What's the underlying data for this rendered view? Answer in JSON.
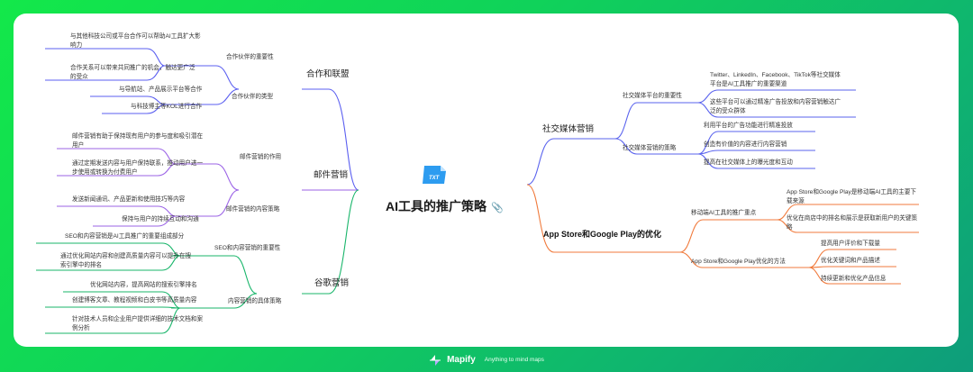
{
  "root": {
    "title": "AI工具的推广策略",
    "file_badge": "TXT",
    "attachment_icon": "paperclip-icon"
  },
  "colors": {
    "partner": "#5b5ff0",
    "email": "#9b63e6",
    "seo": "#18b56a",
    "social": "#5a63ee",
    "appstore": "#f07a3c",
    "file_icon": "#2d9cf0"
  },
  "left": {
    "partner": {
      "label": "合作和联盟",
      "children": [
        {
          "label": "合作伙伴的重要性",
          "items": [
            "与其他科技公司或平台合作可以帮助AI工具扩大影响力",
            "合作关系可以带来共同推广的机会，触达更广泛的受众"
          ]
        },
        {
          "label": "合作伙伴的类型",
          "items": [
            "与导航站、产品展示平台等合作",
            "与科技博主等KOL进行合作"
          ]
        }
      ]
    },
    "email": {
      "label": "邮件营销",
      "children": [
        {
          "label": "邮件营销的作用",
          "items": [
            "邮件营销有助于保持现有用户的参与度和吸引潜在用户",
            "通过定期发送内容与用户保持联系，推动用户进一步使用或转换为付费用户"
          ]
        },
        {
          "label": "邮件营销的内容策略",
          "items": [
            "发送新闻通讯、产品更新和使用技巧等内容",
            "保持与用户的持续互动和沟通"
          ]
        }
      ]
    },
    "seo": {
      "label": "谷歌营销",
      "children": [
        {
          "label": "SEO和内容营销的重要性",
          "items": [
            "SEO和内容营销是AI工具推广的重要组成部分",
            "通过优化网站内容和创建高质量内容可以提升在搜索引擎中的排名"
          ]
        },
        {
          "label": "内容营销的具体策略",
          "items": [
            "优化网站内容，提高网站的搜索引擎排名",
            "创建博客文章、教程视频和白皮书等高质量内容",
            "针对技术人员和企业用户提供详细的技术文档和案例分析"
          ]
        }
      ]
    }
  },
  "right": {
    "social": {
      "label": "社交媒体营销",
      "children": [
        {
          "label": "社交媒体平台的重要性",
          "items": [
            "Twitter、LinkedIn、Facebook、TikTok等社交媒体平台是AI工具推广的重要渠道",
            "这些平台可以通过精准广告投放和内容营销触达广泛的受众群体"
          ]
        },
        {
          "label": "社交媒体营销的策略",
          "items": [
            "利用平台的广告功能进行精准投放",
            "创造有价值的内容进行内容营销",
            "提高在社交媒体上的曝光度和互动"
          ]
        }
      ]
    },
    "appstore": {
      "label": "App Store和Google Play的优化",
      "children": [
        {
          "label": "移动端AI工具的推广重点",
          "items": [
            "App Store和Google Play是移动端AI工具的主要下载来源",
            "优化在商店中的排名和展示是获取新用户的关键策略"
          ]
        },
        {
          "label": "App Store和Google Play优化的方法",
          "items": [
            "提高用户评价和下载量",
            "优化关键词和产品描述",
            "持续更新和优化产品信息"
          ]
        }
      ]
    }
  },
  "footer": {
    "brand": "Mapify",
    "slogan": "Anything to mind maps"
  }
}
